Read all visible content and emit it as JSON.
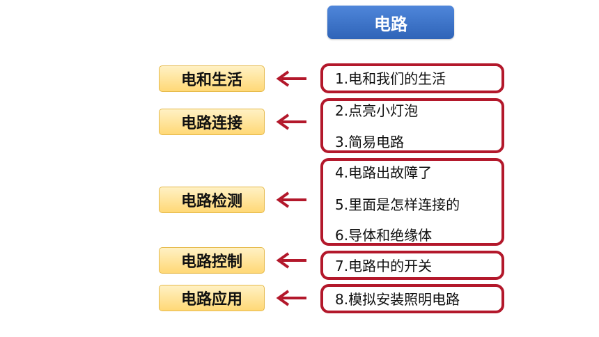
{
  "title": "电路",
  "categories": [
    "电和生活",
    "电路连接",
    "电路检测",
    "电路控制",
    "电路应用"
  ],
  "lessons": [
    "1.电和我们的生活",
    "2.点亮小灯泡",
    "3.简易电路",
    "4.电路出故障了",
    "5.里面是怎样连接的",
    "6.导体和绝缘体",
    "7.电路中的开关",
    "8.模拟安装照明电路"
  ],
  "colors": {
    "title_bg": "#3a70c6",
    "category_bg": "#ffe29a",
    "group_border": "#b3182b",
    "arrow": "#b3182b"
  }
}
